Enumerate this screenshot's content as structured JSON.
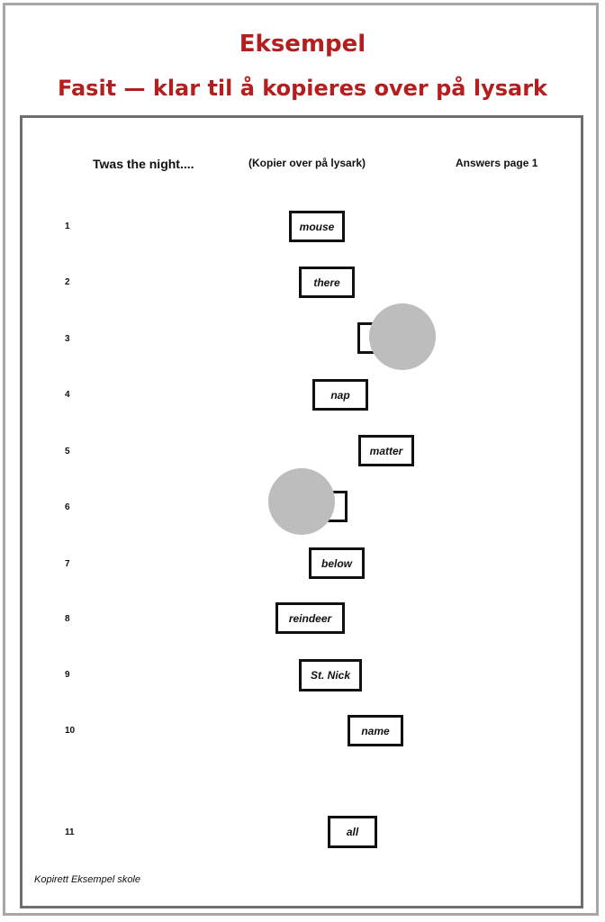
{
  "header": {
    "title": "Eksempel",
    "subtitle": "Fasit — klar til å kopieres over på lysark"
  },
  "sheet": {
    "col_left": "Twas the night....",
    "col_mid": "(Kopier over på lysark)",
    "col_right": "Answers page 1"
  },
  "rows": [
    {
      "num": "1",
      "answer": "mouse"
    },
    {
      "num": "2",
      "answer": "there"
    },
    {
      "num": "3",
      "answer": ""
    },
    {
      "num": "4",
      "answer": "nap"
    },
    {
      "num": "5",
      "answer": "matter"
    },
    {
      "num": "6",
      "answer": ""
    },
    {
      "num": "7",
      "answer": "below"
    },
    {
      "num": "8",
      "answer": "reindeer"
    },
    {
      "num": "9",
      "answer": "St. Nick"
    },
    {
      "num": "10",
      "answer": "name"
    },
    {
      "num": "11",
      "answer": "all"
    }
  ],
  "footer": {
    "copyright": "Kopirett Eksempel skole"
  }
}
